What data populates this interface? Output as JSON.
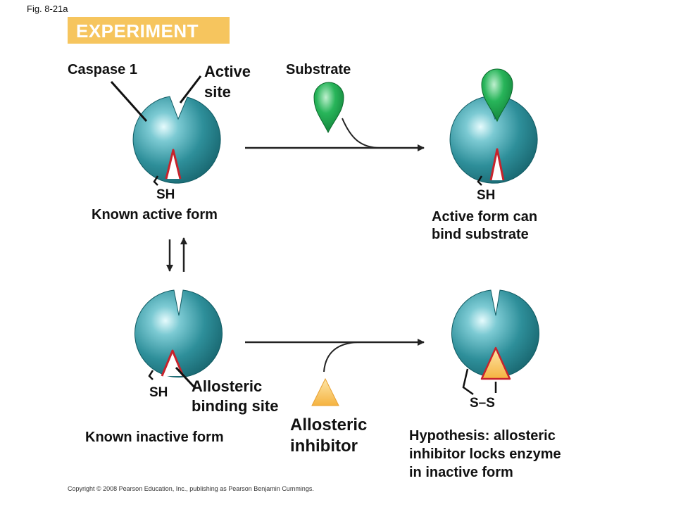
{
  "figure_label": "Fig. 8-21a",
  "banner": {
    "title": "EXPERIMENT",
    "color": "#f6c55e"
  },
  "labels": {
    "caspase": "Caspase 1",
    "active_site_1": "Active",
    "active_site_2": "site",
    "substrate": "Substrate",
    "sh_1": "SH",
    "sh_2": "SH",
    "sh_3": "SH",
    "ss": "S–S",
    "known_active": "Known active form",
    "active_bind_1": "Active form can",
    "active_bind_2": "bind substrate",
    "allosteric_site_1": "Allosteric",
    "allosteric_site_2": "binding site",
    "allosteric_inhibitor_1": "Allosteric",
    "allosteric_inhibitor_2": "inhibitor",
    "known_inactive": "Known inactive form",
    "hypothesis_1": "Hypothesis: allosteric",
    "hypothesis_2": "inhibitor locks enzyme",
    "hypothesis_3": "in inactive form"
  },
  "colors": {
    "enzyme": "#2e8f9a",
    "enzyme_highlight": "#bfe8ee",
    "substrate": "#1aa84a",
    "inhibitor": "#f7b84a",
    "cleft_red": "#c8232c"
  },
  "copyright": "Copyright © 2008 Pearson Education, Inc., publishing as Pearson Benjamin Cummings."
}
